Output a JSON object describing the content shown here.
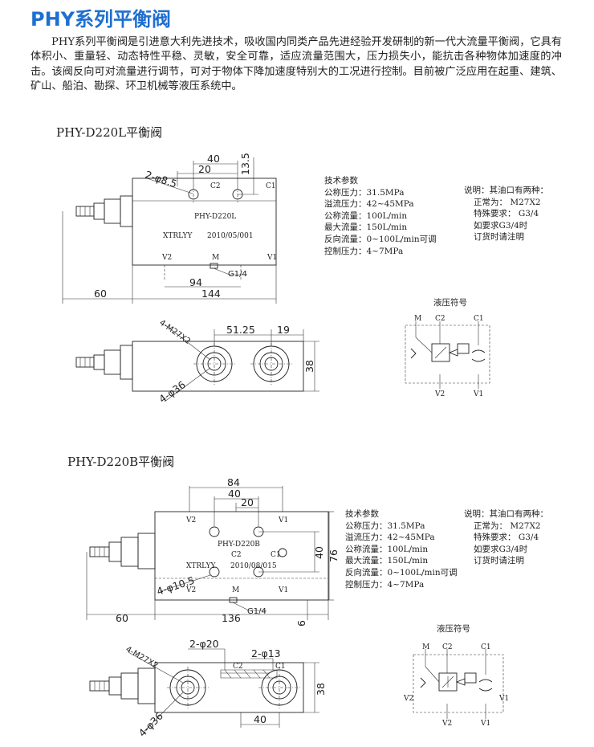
{
  "title": "PHY系列平衡阀",
  "intro": "PHY系列平衡阀是引进意大利先进技术，吸收国内同类产品先进经验开发研制的新一代大流量平衡阀，它具有体积小、重量轻、动态特性平稳、灵敏，安全可靠，适应流量范围大，压力损失小，能抗击各种物体加速度的冲击。该阀反向可对流量进行调节，可对于物体下降加速度特别大的工况进行控制。目前被广泛应用在起重、建筑、矿山、船泊、勘探、环卫机械等液压系统中。",
  "sections": [
    {
      "heading": "PHY-D220L平衡阀",
      "params_title": "技术参数",
      "params": [
        "公称压力：31.5MPa",
        "溢流压力：42~45MPa",
        "公称流量：100L/min",
        "最大流量：150L/min",
        "反向流量：0~100L/min可调",
        "控制压力：4~7MPa"
      ],
      "notes": [
        "说明：其油口有两种：",
        "正常为：  M27X2",
        "特殊要求：  G3/4",
        "如要求G3/4时",
        "订货时请注明"
      ],
      "symbol_title": "液压符号",
      "drawing": {
        "dims": {
          "d40": "40",
          "d20": "20",
          "d13_5": "13.5",
          "hole": "2-φ8.5",
          "g14": "G1/4",
          "d94": "94",
          "d144": "144",
          "d60": "60",
          "d51_25": "51.25",
          "d19": "19",
          "d38": "38",
          "m27": "4-M27X2",
          "phi36": "4-φ36"
        },
        "ports": {
          "c2": "C2",
          "c1": "C1",
          "v2": "V2",
          "m": "M",
          "v1": "V1"
        },
        "stamp": {
          "model": "PHY-D220L",
          "maker": "XTRLYY",
          "date": "2010/05/001"
        },
        "symbol_ports": {
          "m": "M",
          "c2": "C2",
          "c1": "C1",
          "v2": "V2",
          "v1": "V1"
        }
      }
    },
    {
      "heading": "PHY-D220B平衡阀",
      "params_title": "技术参数",
      "params": [
        "公称压力：31.5MPa",
        "溢流压力：42~45MPa",
        "公称流量：100L/min",
        "最大流量：150L/min",
        "反向流量：0~100L/min可调",
        "控制压力：4~7MPa"
      ],
      "notes": [
        "说明：其油口有两种：",
        "正常为：  M27X2",
        "特殊要求：  G3/4",
        "如要求G3/4时",
        "订货时请注明"
      ],
      "symbol_title": "液压符号",
      "drawing": {
        "dims": {
          "d84": "84",
          "d40": "40",
          "d20": "20",
          "d40v": "40",
          "d76": "76",
          "hole": "4-φ10.5",
          "g14": "G1/4",
          "d60": "60",
          "d136": "136",
          "d6": "6",
          "phi20": "2-φ20",
          "phi13": "2-φ13",
          "d38": "38",
          "d40b": "40",
          "m27": "4-M27X2",
          "phi36": "4-φ36"
        },
        "ports": {
          "v2": "V2",
          "v1": "V1",
          "c2": "C2",
          "c1": "C1",
          "m": "M"
        },
        "stamp": {
          "model": "PHY-D220B",
          "maker": "XTRLYY",
          "date": "2010/08/015"
        },
        "symbol_ports": {
          "m": "M",
          "c2": "C2",
          "c1": "C1",
          "v2": "V2",
          "v1": "V1"
        }
      }
    }
  ]
}
